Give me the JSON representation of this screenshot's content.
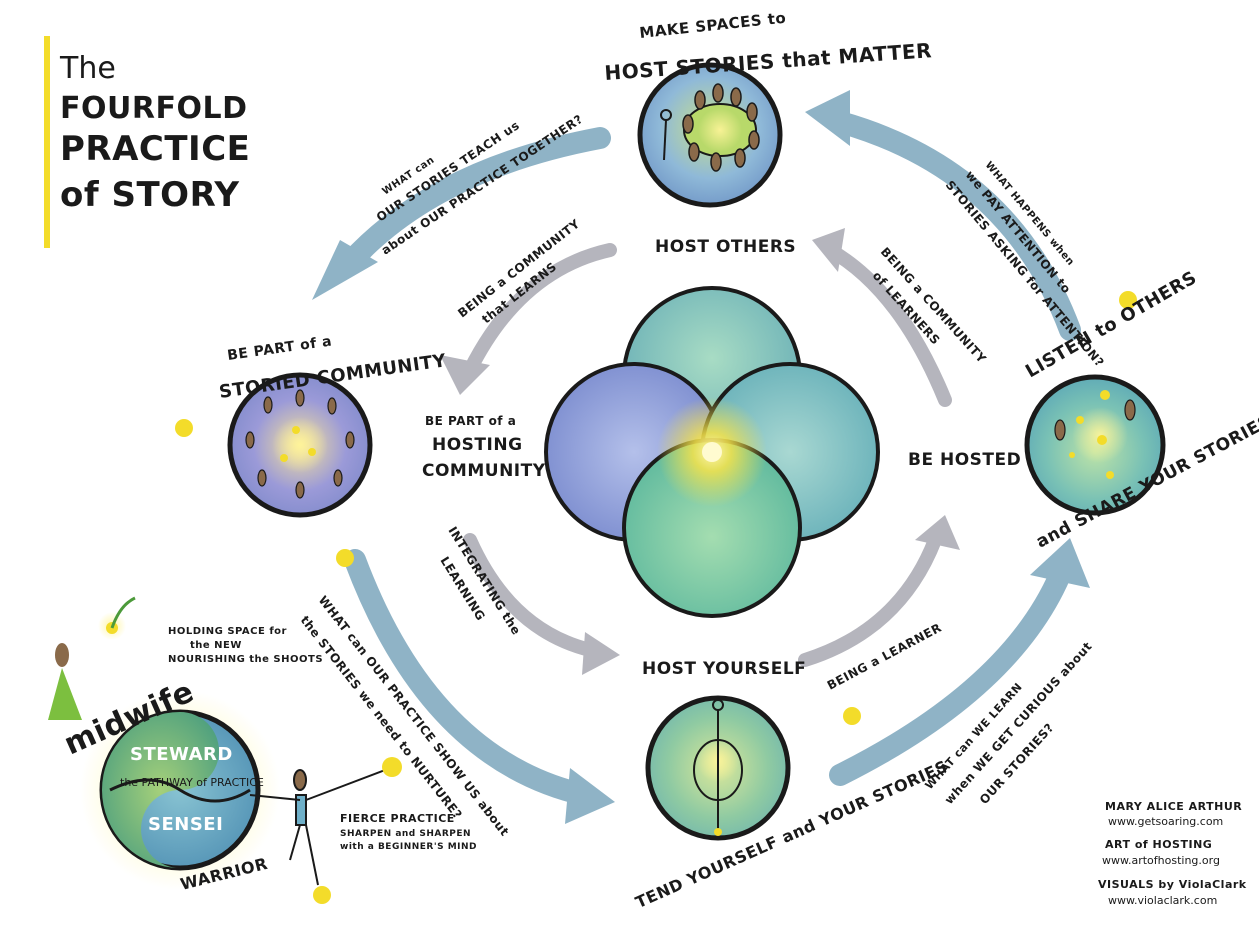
{
  "title": {
    "line1": "The",
    "line2": "FOURFOLD",
    "line3": "PRACTICE",
    "line4": "of STORY"
  },
  "accent": {
    "gold": "#f3dc2a",
    "blue_arrow": "#8fb3c6",
    "grey_arrow": "#b5b5bd"
  },
  "top_circle": {
    "heading1": "MAKE SPACES to",
    "heading2": "HOST STORIES that MATTER"
  },
  "left_circle": {
    "heading1": "BE PART of a",
    "heading2": "STORIED COMMUNITY"
  },
  "right_circle": {
    "heading1": "LISTEN to OTHERS",
    "heading2": "and SHARE YOUR STORIES"
  },
  "bottom_circle": {
    "heading": "TEND YOURSELF and YOUR STORIES"
  },
  "inner_labels": {
    "host_others": "HOST OTHERS",
    "hosting_community_1": "BE PART of a",
    "hosting_community_2": "HOSTING",
    "hosting_community_3": "COMMUNITY",
    "be_hosted": "BE HOSTED",
    "host_yourself": "HOST YOURSELF"
  },
  "grey_arrow_labels": {
    "top_left_1": "BEING a COMMUNITY",
    "top_left_2": "that LEARNS",
    "top_right_1": "BEING a COMMUNITY",
    "top_right_2": "of LEARNERS",
    "bottom_left_1": "INTEGRATING the",
    "bottom_left_2": "LEARNING",
    "bottom_right": "BEING a LEARNER"
  },
  "questions": {
    "top_left_1": "WHAT can",
    "top_left_2": "OUR STORIES TEACH us",
    "top_left_3": "about OUR PRACTICE TOGETHER?",
    "top_right_1": "WHAT HAPPENS when",
    "top_right_2": "we PAY ATTENTION to",
    "top_right_3": "STORIES ASKING for ATTENTION?",
    "bottom_left_1": "WHAT can OUR PRACTICE SHOW US about",
    "bottom_left_2": "the STORIES we need to NURTURE?",
    "bottom_right_1": "WHAT can WE LEARN",
    "bottom_right_2": "when WE GET CURIOUS about",
    "bottom_right_3": "OUR STORIES?"
  },
  "practice": {
    "holding_1": "HOLDING SPACE for",
    "holding_2": "the NEW",
    "holding_3": "NOURISHING the SHOOTS",
    "midwife": "midwife",
    "steward": "STEWARD",
    "pathway": "the PATHWAY of PRACTICE",
    "sensei": "SENSEI",
    "warrior": "WARRIOR",
    "fierce_1": "FIERCE PRACTICE",
    "fierce_2": "SHARPEN and SHARPEN",
    "fierce_3": "with a BEGINNER'S MIND"
  },
  "credits": {
    "name1": "MARY ALICE ARTHUR",
    "url1": "www.getsoaring.com",
    "name2": "ART of HOSTING",
    "url2": "www.artofhosting.org",
    "name3": "VISUALS by ViolaClark",
    "url3": "www.violaclark.com"
  }
}
